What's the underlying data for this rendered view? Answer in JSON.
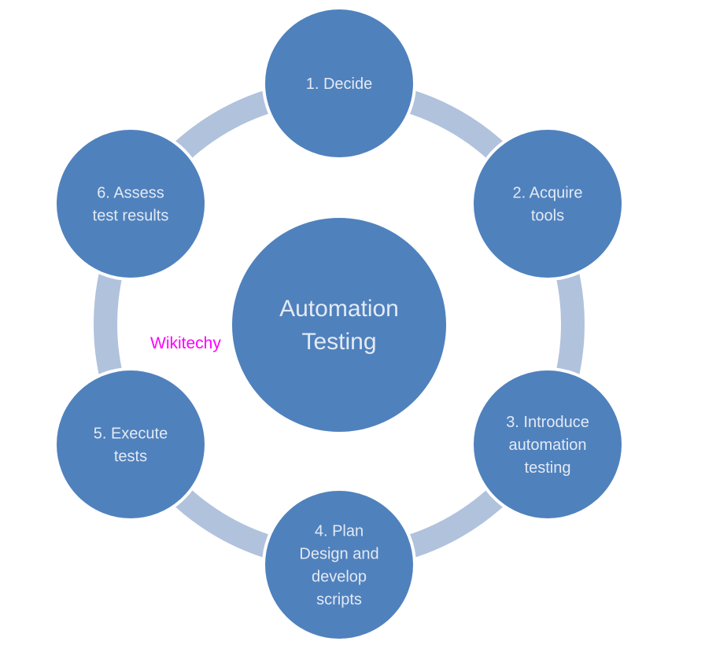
{
  "diagram": {
    "type": "cycle",
    "center": {
      "label_lines": [
        "Automation",
        "Testing"
      ]
    },
    "steps": [
      {
        "order": 1,
        "label_lines": [
          "1. Decide"
        ]
      },
      {
        "order": 2,
        "label_lines": [
          "2. Acquire",
          "tools"
        ]
      },
      {
        "order": 3,
        "label_lines": [
          "3. Introduce",
          "automation",
          "testing"
        ]
      },
      {
        "order": 4,
        "label_lines": [
          "4. Plan",
          "Design and",
          "develop",
          "scripts"
        ]
      },
      {
        "order": 5,
        "label_lines": [
          "5. Execute",
          "tests"
        ]
      },
      {
        "order": 6,
        "label_lines": [
          "6. Assess",
          "test results"
        ]
      }
    ],
    "colors": {
      "node_fill": "#4f81bd",
      "connector": "#b1c2dd",
      "label_text": "#e3eaf4",
      "watermark": "#ff00ff"
    }
  },
  "watermark": {
    "text": "Wikitechy"
  }
}
